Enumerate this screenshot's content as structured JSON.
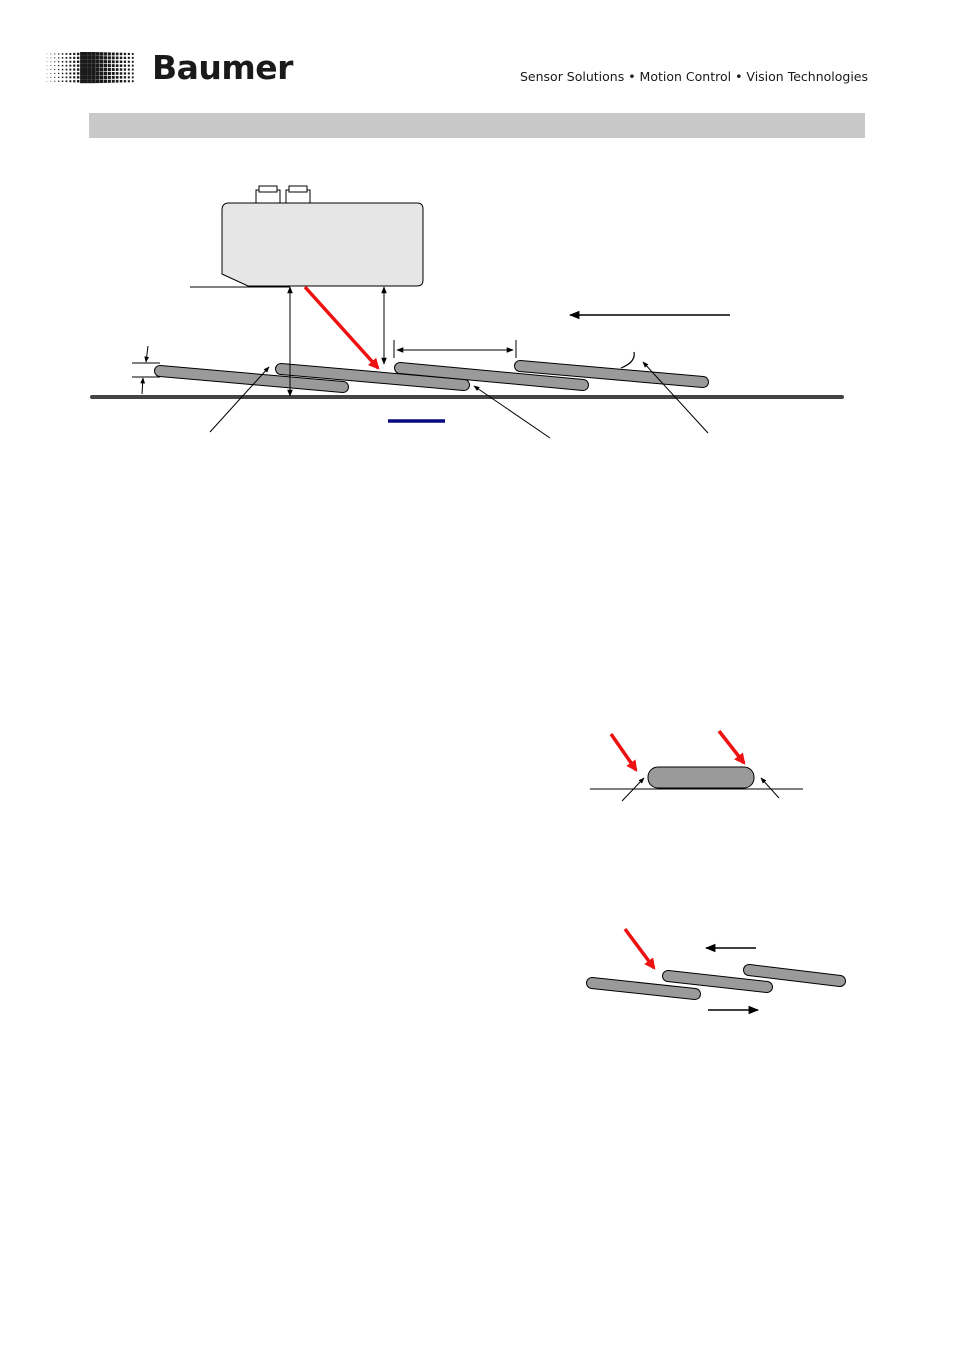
{
  "header": {
    "brand": "Baumer",
    "tagline": "Sensor Solutions • Motion Control • Vision Technologies"
  },
  "colors": {
    "section_bar": "#c8c8c8",
    "sensor_body": "#e6e6e6",
    "sheet_fill": "#9a9a9a",
    "laser_beam": "#ee1111",
    "marker": "#0a0a80"
  },
  "icons": {
    "logo": "baumer-dot-grid-logo",
    "connector": "connector-plug-icon"
  }
}
